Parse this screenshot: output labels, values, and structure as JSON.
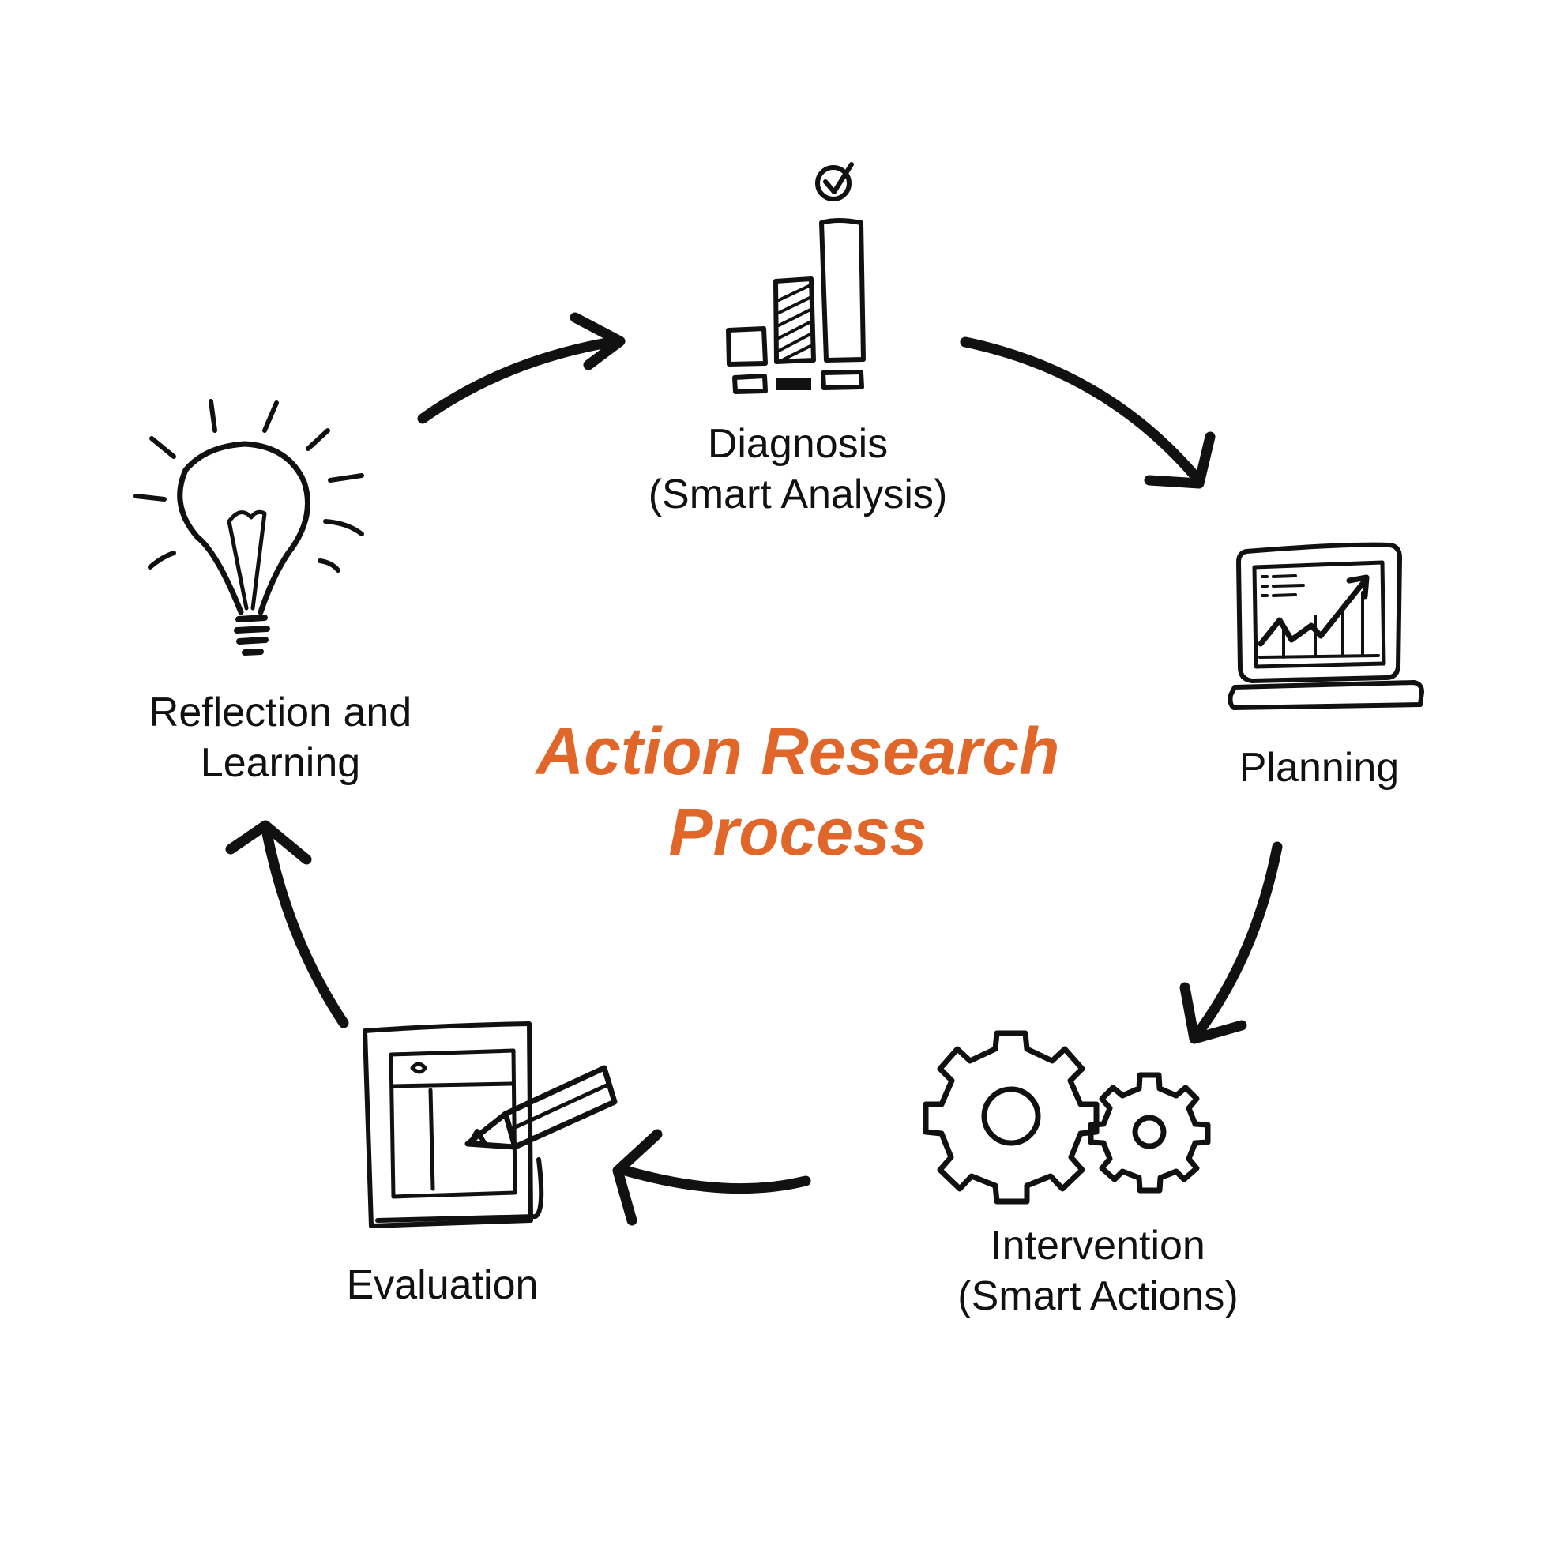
{
  "title": {
    "line1": "Action Research",
    "line2": "Process",
    "color": "#E0662A"
  },
  "ink_color": "#111111",
  "steps": [
    {
      "id": "diagnosis",
      "line1": "Diagnosis",
      "line2": "(Smart Analysis)",
      "icon": "bar-chart-check-icon"
    },
    {
      "id": "planning",
      "line1": "Planning",
      "line2": "",
      "icon": "laptop-chart-icon"
    },
    {
      "id": "intervention",
      "line1": "Intervention",
      "line2": "(Smart Actions)",
      "icon": "gears-icon"
    },
    {
      "id": "evaluation",
      "line1": "Evaluation",
      "line2": "",
      "icon": "document-pencil-icon"
    },
    {
      "id": "reflection",
      "line1": "Reflection and",
      "line2": "Learning",
      "icon": "lightbulb-icon"
    }
  ]
}
